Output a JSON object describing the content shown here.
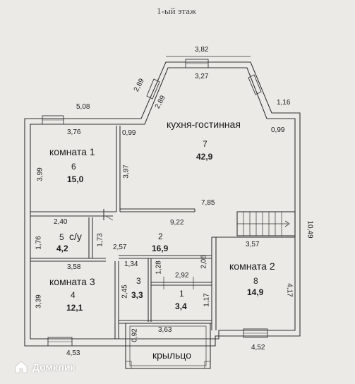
{
  "title": "1-ый этаж",
  "rooms": [
    {
      "id": "7",
      "name": "кухня-гостинная",
      "area": "42,9"
    },
    {
      "id": "6",
      "name": "комната 1",
      "area": "15,0"
    },
    {
      "id": "5",
      "name": "с/у",
      "area": "4,2"
    },
    {
      "id": "2",
      "name": "",
      "area": "16,9"
    },
    {
      "id": "3",
      "name": "",
      "area": "3,3"
    },
    {
      "id": "1",
      "name": "",
      "area": "3,4"
    },
    {
      "id": "4",
      "name": "комната 3",
      "area": "12,1"
    },
    {
      "id": "8",
      "name": "комната 2",
      "area": "14,9"
    },
    {
      "id": "porch",
      "name": "крыльцо",
      "area": ""
    }
  ],
  "dimensions": {
    "bay_top": "3,82",
    "bay_inner": "3,27",
    "bay_side_outer": "2,89",
    "bay_side_inner": "2,89",
    "top_left_outer": "5,08",
    "top_right_outer": "1,16",
    "kitchen_right_inner": "0,99",
    "kitchen_left_inner": "0,99",
    "room1_top": "3,76",
    "room1_left": "3,99",
    "room1_right": "3,97",
    "kitchen_bottom": "7,85",
    "hall_top": "9,22",
    "right_total": "10,49",
    "wc_top": "2,40",
    "wc_left": "1,76",
    "wc_right": "1,73",
    "hall_left": "2,57",
    "room2_top": "3,57",
    "room2_left": "2,06",
    "room2_right": "4,17",
    "room3_top": "3,58",
    "room3_left": "3,39",
    "r3_top": "1,34",
    "r3_right": "1,28",
    "r3_left": "2,45",
    "r1_top": "2,92",
    "r1_right": "1,17",
    "porch_top": "3,63",
    "porch_left": "0,92",
    "bottom_left": "4,53",
    "bottom_right": "4,52"
  },
  "watermark": "Домклик",
  "colors": {
    "line": "#333333",
    "background": "#eceae6",
    "wall": "#2a2a2a"
  }
}
